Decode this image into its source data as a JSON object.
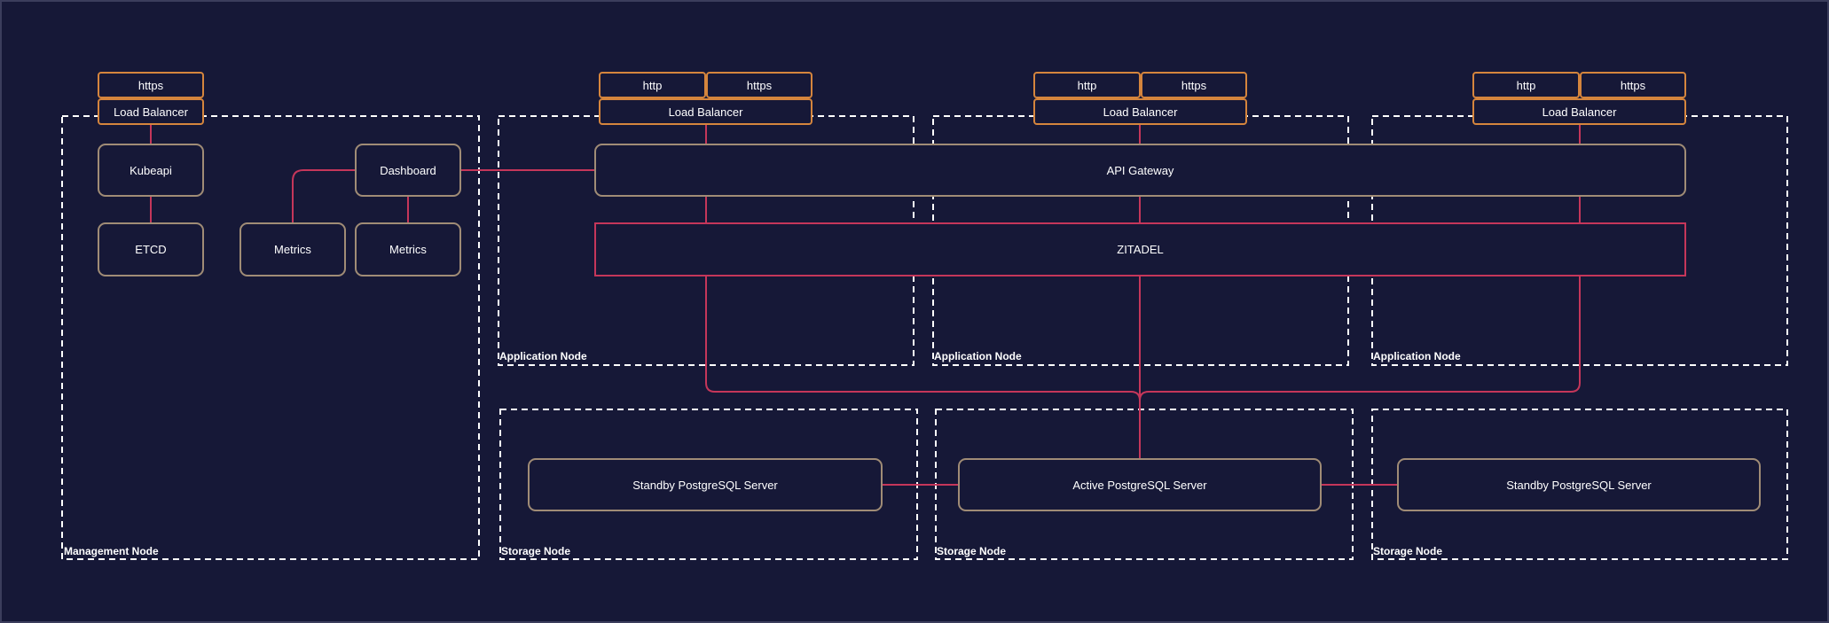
{
  "colors": {
    "background": "#161837",
    "outer_border": "#3b3d5c",
    "connector": "#c5365a",
    "port_border": "#d5853d",
    "node_border": "#a08c76",
    "group_border": "#ffffff",
    "text": "#ffffff"
  },
  "groups": {
    "management": "Management Node",
    "application": [
      "Application Node",
      "Application Node",
      "Application Node"
    ],
    "storage": [
      "Storage Node",
      "Storage Node",
      "Storage Node"
    ]
  },
  "management": {
    "https": "https",
    "load_balancer": "Load Balancer",
    "kubeapi": "Kubeapi",
    "etcd": "ETCD",
    "dashboard": "Dashboard",
    "metrics_left": "Metrics",
    "metrics_right": "Metrics"
  },
  "application": {
    "ports": [
      {
        "http": "http",
        "https": "https",
        "load_balancer": "Load Balancer"
      },
      {
        "http": "http",
        "https": "https",
        "load_balancer": "Load Balancer"
      },
      {
        "http": "http",
        "https": "https",
        "load_balancer": "Load Balancer"
      }
    ],
    "api_gateway": "API Gateway",
    "zitadel": "ZITADEL"
  },
  "storage": {
    "standby_left": "Standby PostgreSQL Server",
    "active": "Active PostgreSQL Server",
    "standby_right": "Standby PostgreSQL Server"
  }
}
